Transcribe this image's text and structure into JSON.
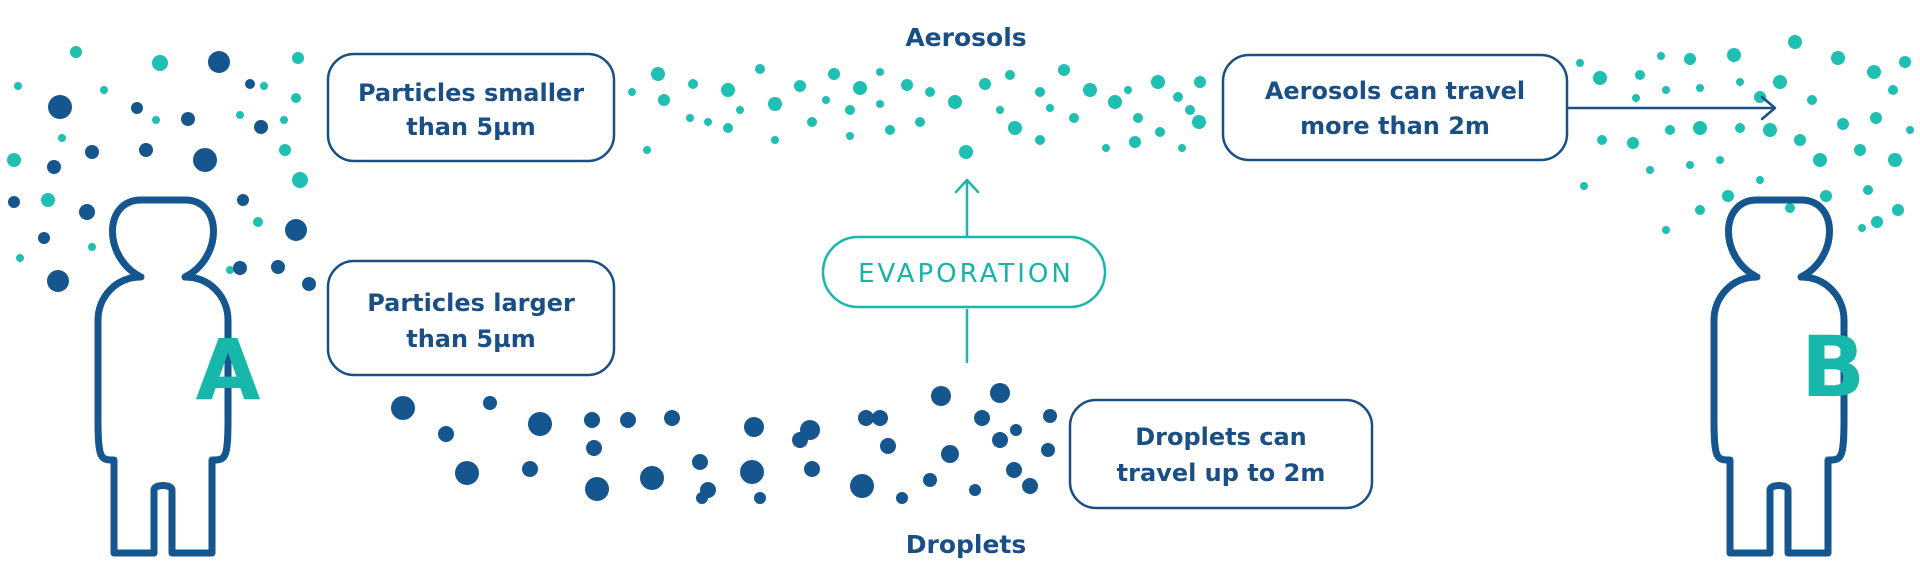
{
  "labels": {
    "aerosols": "Aerosols",
    "droplets": "Droplets",
    "small_particles_line1": "Particles smaller",
    "small_particles_line2": "than 5µm",
    "large_particles_line1": "Particles larger",
    "large_particles_line2": "than 5µm",
    "evaporation": "EVAPORATION",
    "aerosols_travel_line1": "Aerosols can travel",
    "aerosols_travel_line2": "more than 2m",
    "droplets_travel_line1": "Droplets can",
    "droplets_travel_line2": "travel up to 2m",
    "person_a": "A",
    "person_b": "B"
  },
  "colors": {
    "aerosol": "#1fbfb1",
    "droplet": "#14568d",
    "text": "#1a4f86",
    "accent": "#17b8ab"
  }
}
